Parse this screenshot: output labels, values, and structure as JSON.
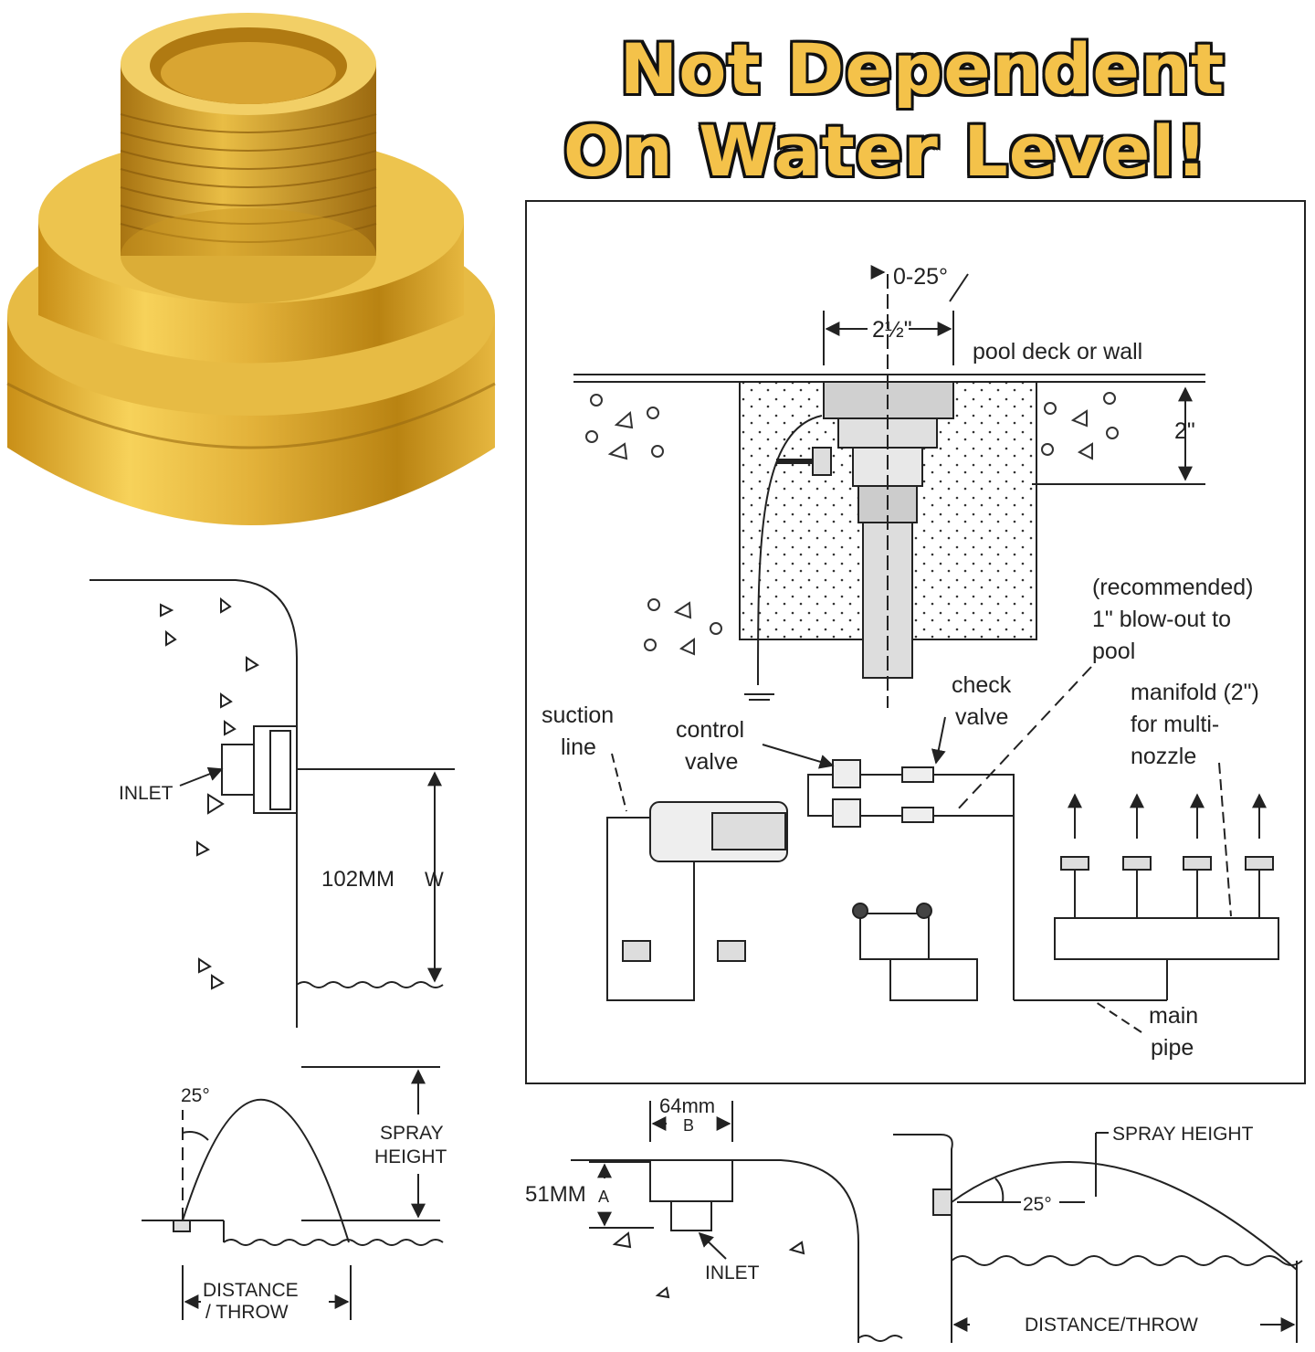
{
  "headline": {
    "line1": "Not Dependent",
    "line2": "On Water Level!"
  },
  "diagram_plumbing": {
    "angle": "0-25°",
    "width_label": "2½\"",
    "deck_label": "pool deck or wall",
    "depth_label": "2\"",
    "recommended": [
      "(recommended)",
      "1\" blow-out to",
      "pool"
    ],
    "check_valve": [
      "check",
      "valve"
    ],
    "suction_line": [
      "suction",
      "line"
    ],
    "control_valve": [
      "control",
      "valve"
    ],
    "manifold": [
      "manifold (2\")",
      "for multi-",
      "nozzle"
    ],
    "main_pipe": [
      "main",
      "pipe"
    ]
  },
  "diagram_wall": {
    "inlet": "INLET",
    "dimension": "102MM",
    "dim_letter": "W"
  },
  "diagram_arc_left": {
    "angle": "25°",
    "spray": [
      "SPRAY",
      "HEIGHT"
    ],
    "distance": [
      "DISTANCE",
      "/ THROW"
    ]
  },
  "diagram_deck": {
    "width": "64mm",
    "width_letter": "B",
    "depth": "51MM",
    "depth_letter": "A",
    "inlet": "INLET"
  },
  "diagram_arc_right": {
    "spray": "SPRAY HEIGHT",
    "angle": "25°",
    "distance": "DISTANCE/THROW"
  },
  "colors": {
    "headline_fill": "#f4c24a",
    "headline_stroke": "#111111",
    "brass": "#d9a72c"
  }
}
